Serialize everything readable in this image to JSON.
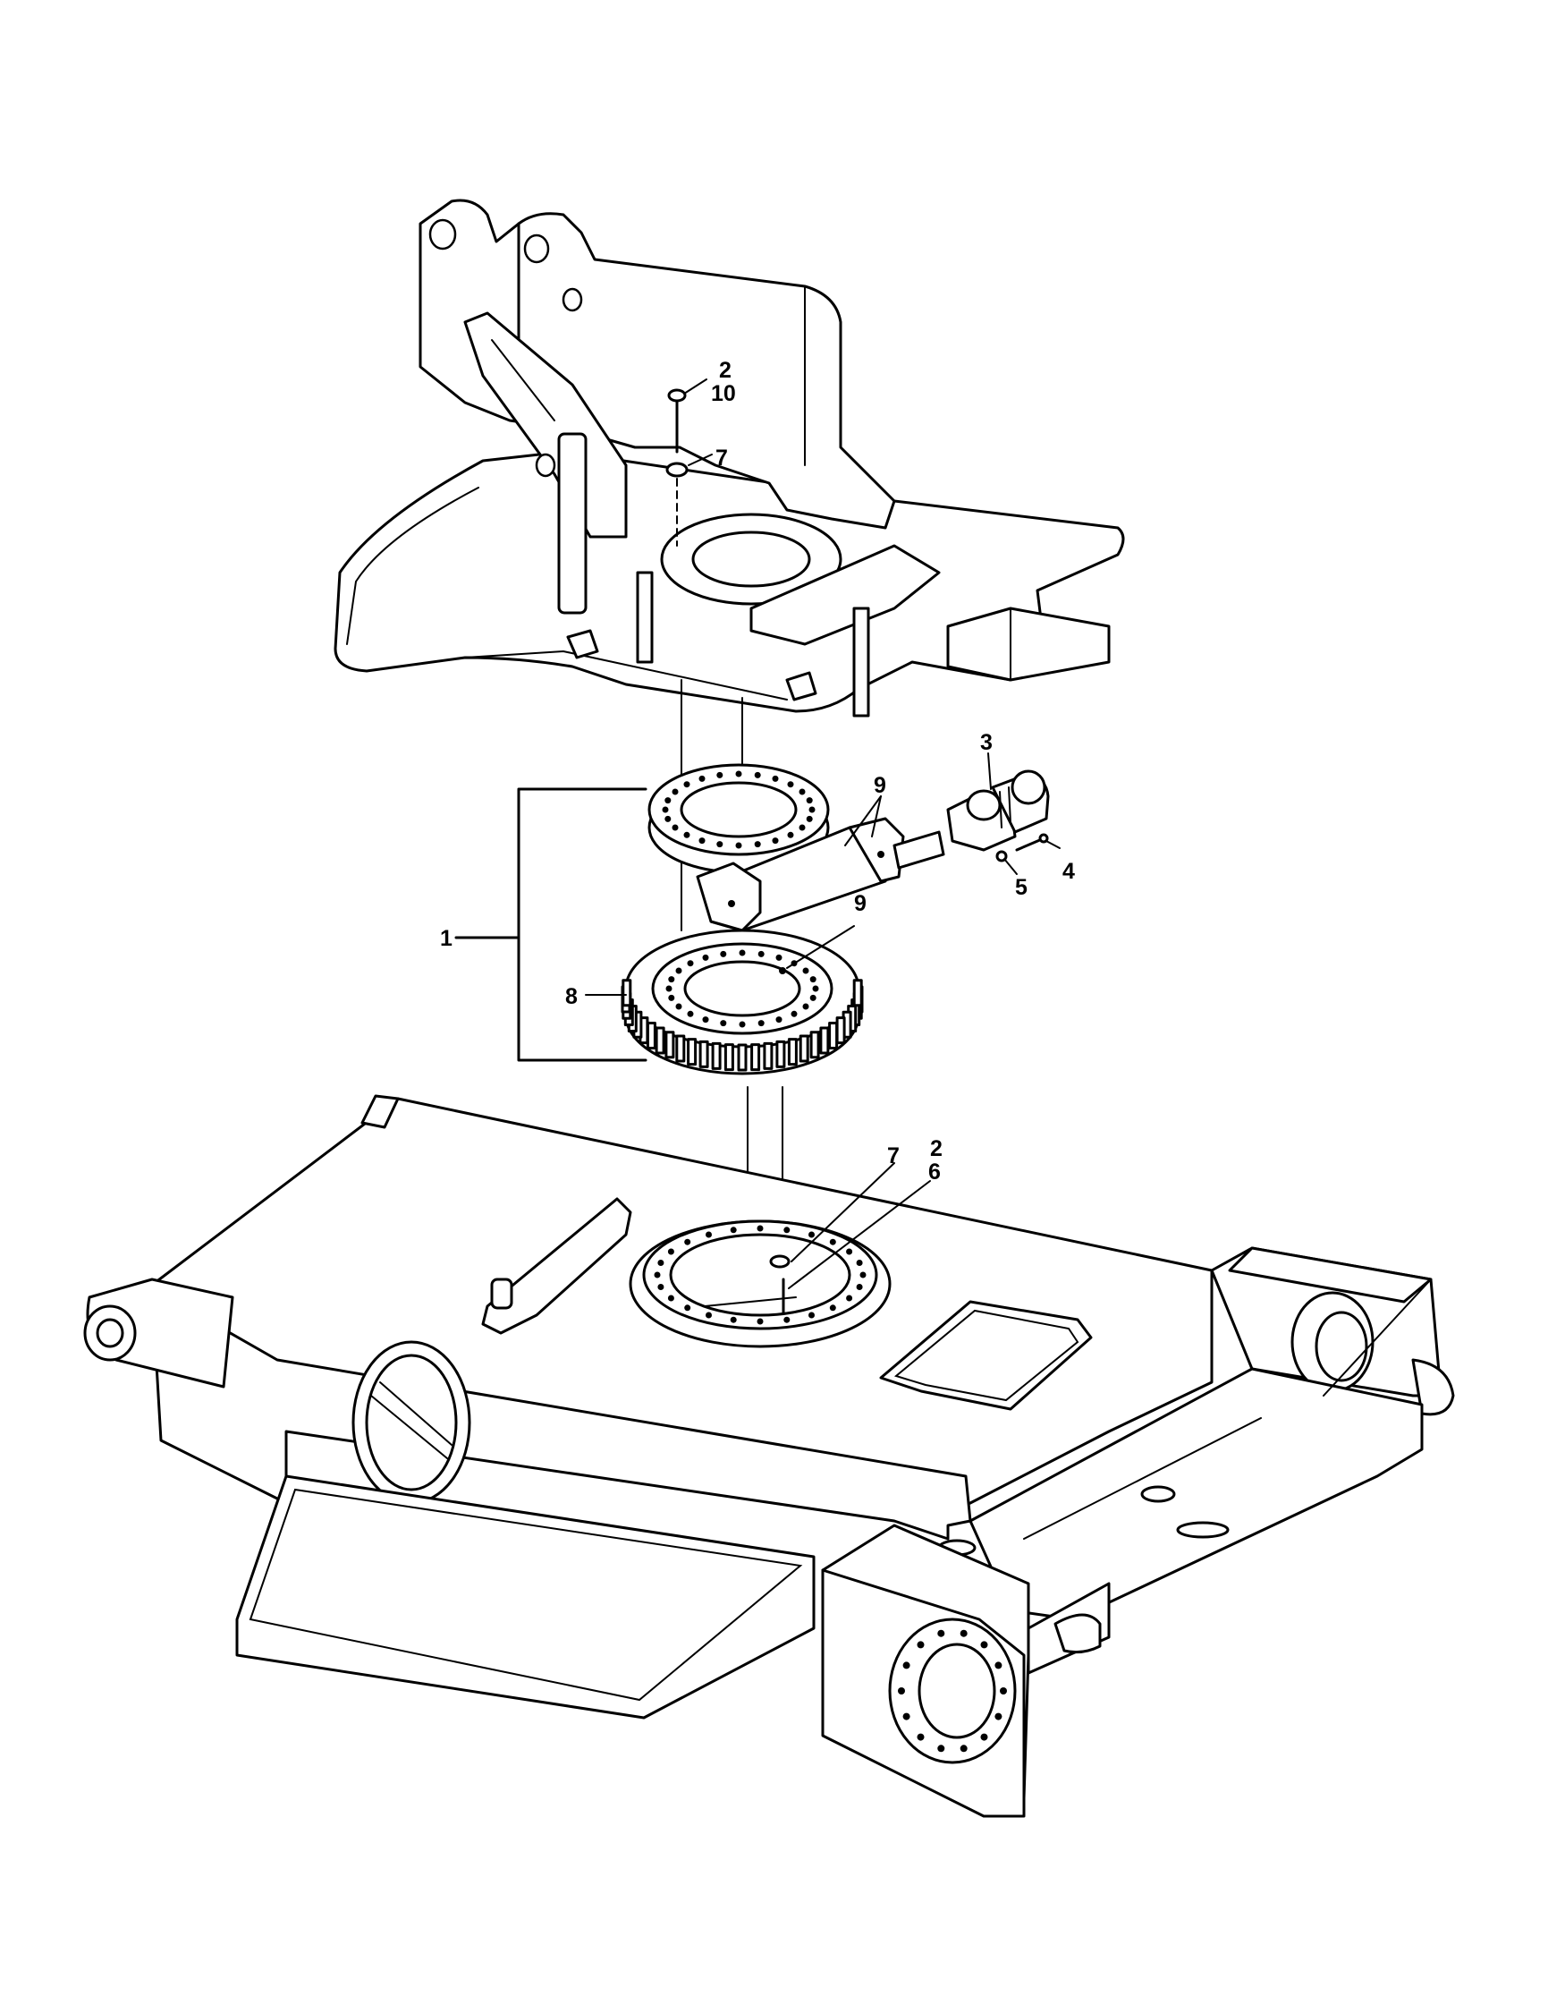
{
  "callouts": [
    {
      "id": "c1",
      "text": "1"
    },
    {
      "id": "c2a",
      "text": "2"
    },
    {
      "id": "c10",
      "text": "10"
    },
    {
      "id": "c7a",
      "text": "7"
    },
    {
      "id": "c3",
      "text": "3"
    },
    {
      "id": "c9a",
      "text": "9"
    },
    {
      "id": "c4",
      "text": "4"
    },
    {
      "id": "c5",
      "text": "5"
    },
    {
      "id": "c9b",
      "text": "9"
    },
    {
      "id": "c8",
      "text": "8"
    },
    {
      "id": "c7b",
      "text": "7"
    },
    {
      "id": "c2b",
      "text": "2"
    },
    {
      "id": "c6",
      "text": "6"
    }
  ],
  "colors": {
    "line": "#000000",
    "background": "#ffffff"
  }
}
